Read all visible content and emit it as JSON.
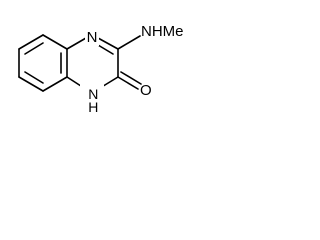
{
  "molecule": {
    "atoms": {
      "ring_n_top": "N",
      "ring_n_bottom": "NH",
      "amine": "NHMe",
      "carbonyl_o": "O"
    }
  },
  "colors": {
    "bond": "#000000",
    "background": "#ffffff"
  }
}
